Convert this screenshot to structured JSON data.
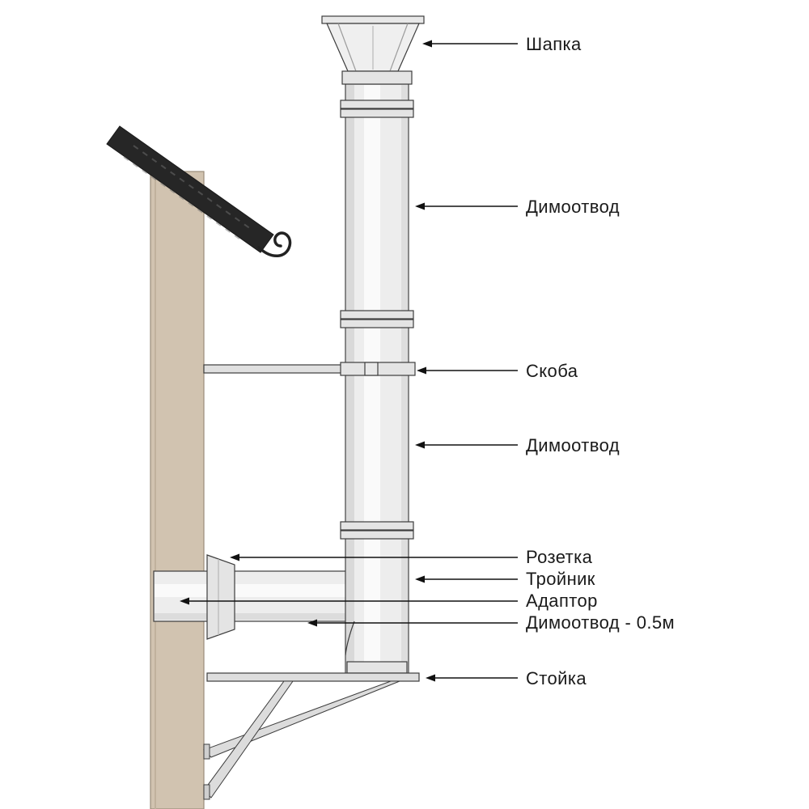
{
  "diagram": {
    "name": "chimney-installation-scheme",
    "language": "ru"
  },
  "labels": [
    {
      "id": "cap",
      "text": "Шапка"
    },
    {
      "id": "flue_upper",
      "text": "Димоотвод"
    },
    {
      "id": "bracket",
      "text": "Скоба"
    },
    {
      "id": "flue_mid",
      "text": "Димоотвод"
    },
    {
      "id": "rosette",
      "text": "Розетка"
    },
    {
      "id": "tee",
      "text": "Тройник"
    },
    {
      "id": "adapter",
      "text": "Адаптор"
    },
    {
      "id": "flue_05m",
      "text": "Димоотвод - 0.5м"
    },
    {
      "id": "stand",
      "text": "Стойка"
    }
  ],
  "colors": {
    "background": "#ffffff",
    "wall": "#d1c3b0",
    "wall_edge": "#9a8d7a",
    "roof": "#262626",
    "metal_light": "#ededed",
    "metal_highlight": "#fafafa",
    "metal_shade": "#d9d9d9",
    "outline": "#3d3d3d",
    "arrow": "#111111",
    "label_text": "#1a1a1a"
  }
}
